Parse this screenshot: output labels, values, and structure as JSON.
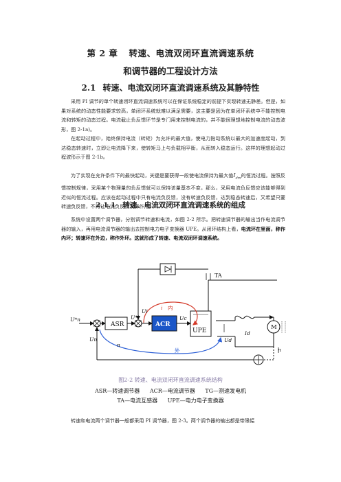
{
  "chapter": {
    "number": "第 2 章",
    "title_line1": "转速、电流双闭环直流调速系统",
    "title_line2": "和调节器的工程设计方法"
  },
  "section": {
    "number": "2.1",
    "title": "转速、电流双闭环直流调速系统及其静特性"
  },
  "paragraphs": {
    "p1": "采用 PI 调节的单个转速闭环直流调速系统可以在保证系统稳定的前提下实现转速无静差。但是，如果对系统的动态性能要求较高，单闭环系统就难以满足需要，这主要是因为在单闭环系统中不能控制电流和转矩的动态过程。电流截止负反馈环节是专门用来控制电流的，并不能很理想地控制电流的动态波形，图 2-1a)。",
    "p2": "在起动过程中，始终保持电流（转矩）为允许的最大值，使电力拖动系统以最大的加速度起动，到达稳态转速时，立即让电流降下来，使转矩马上与负载相平衡，从而转入稳态运行。这样的理想起动过程波形示于图 2-1b。",
    "p3_a": "为了实现在允许条件下的最快起动，关键是要获得一段使电流保持为最大值",
    "p3_sym": "I",
    "p3_sub": "dm",
    "p3_b": "的恒流过程。按照反馈控制规律，采用某个物理量的负反馈就可以保持该量基本不变，那么，采用电流负反馈应该能够得到近似的恒流过程。应该在起动过程中只有电流负反馈，没有转速负反馈，达到稳态转速后，又希望只要转速负反馈，不再让电流负反馈发挥作用。",
    "p4_a": "系统中设置两个调节器，分别调节转速和电流，如图 2-2 所示。把转速调节器的输出当作电流调节器的输入，再用电流调节器的输出去控制电力电子变换器 UPE。从闭环结构上看，",
    "p4_bold": "电流环在里面，称作内环；转速环在外边，称作外环。这就形成了转速、电流双闭环调速系统。",
    "p5": "转速和电流两个调节器一般都采用 PI 调节器，图 2-3。两个调节器的输出都是带限幅"
  },
  "subsection": {
    "number": "2.1.1",
    "title": "转速、电流双闭环直流调速系统的组成"
  },
  "figure": {
    "caption": "图2-2  转速、电流双闭环直流调速系统结构",
    "legend_line1": [
      "ASR—转速调节器",
      "ACR—电流调节器",
      "TG—测速发电机"
    ],
    "legend_line2": [
      "TA—电流互感器",
      "UPE—电力电子变换器"
    ],
    "blocks": {
      "asr": "ASR",
      "acr": "ACR",
      "upe": "UPE",
      "motor": "M"
    },
    "labels": {
      "ta": "TA",
      "un_star": "U*n",
      "un": "Un",
      "ui_star": "U*i",
      "ui": "Ui",
      "uc": "Uc",
      "id": "Id",
      "ud": "Ud",
      "n_left": "n",
      "n_right": "n",
      "i_inner": "i",
      "inner": "内",
      "outer": "外"
    },
    "colors": {
      "acr_fill": "#1a56c8",
      "inner_loop": "#d43a2a",
      "outer_loop": "#2c5fd6",
      "caption": "#8a7fa8"
    }
  }
}
